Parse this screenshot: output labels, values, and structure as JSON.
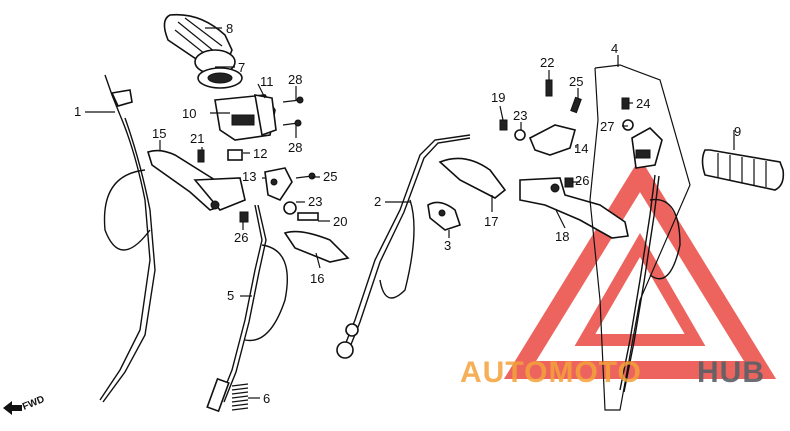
{
  "callouts": {
    "c1": "1",
    "c2": "2",
    "c3": "3",
    "c4": "4",
    "c5": "5",
    "c6": "6",
    "c7": "7",
    "c8": "8",
    "c9": "9",
    "c10": "10",
    "c11": "11",
    "c12": "12",
    "c13": "13",
    "c14": "14",
    "c15": "15",
    "c16": "16",
    "c17": "17",
    "c18": "18",
    "c19": "19",
    "c20": "20",
    "c21": "21",
    "c22": "22",
    "c23a": "23",
    "c23b": "23",
    "c24": "24",
    "c25a": "25",
    "c25b": "25",
    "c26a": "26",
    "c26b": "26",
    "c27": "27",
    "c28a": "28",
    "c28b": "28"
  },
  "direction_label": "FWD",
  "watermark": {
    "brand_left": "AUTOMOTO",
    "brand_right": "HUB",
    "colors": {
      "red": "#e8312a",
      "orange": "#f4a23a",
      "gray": "#5b6066"
    }
  }
}
